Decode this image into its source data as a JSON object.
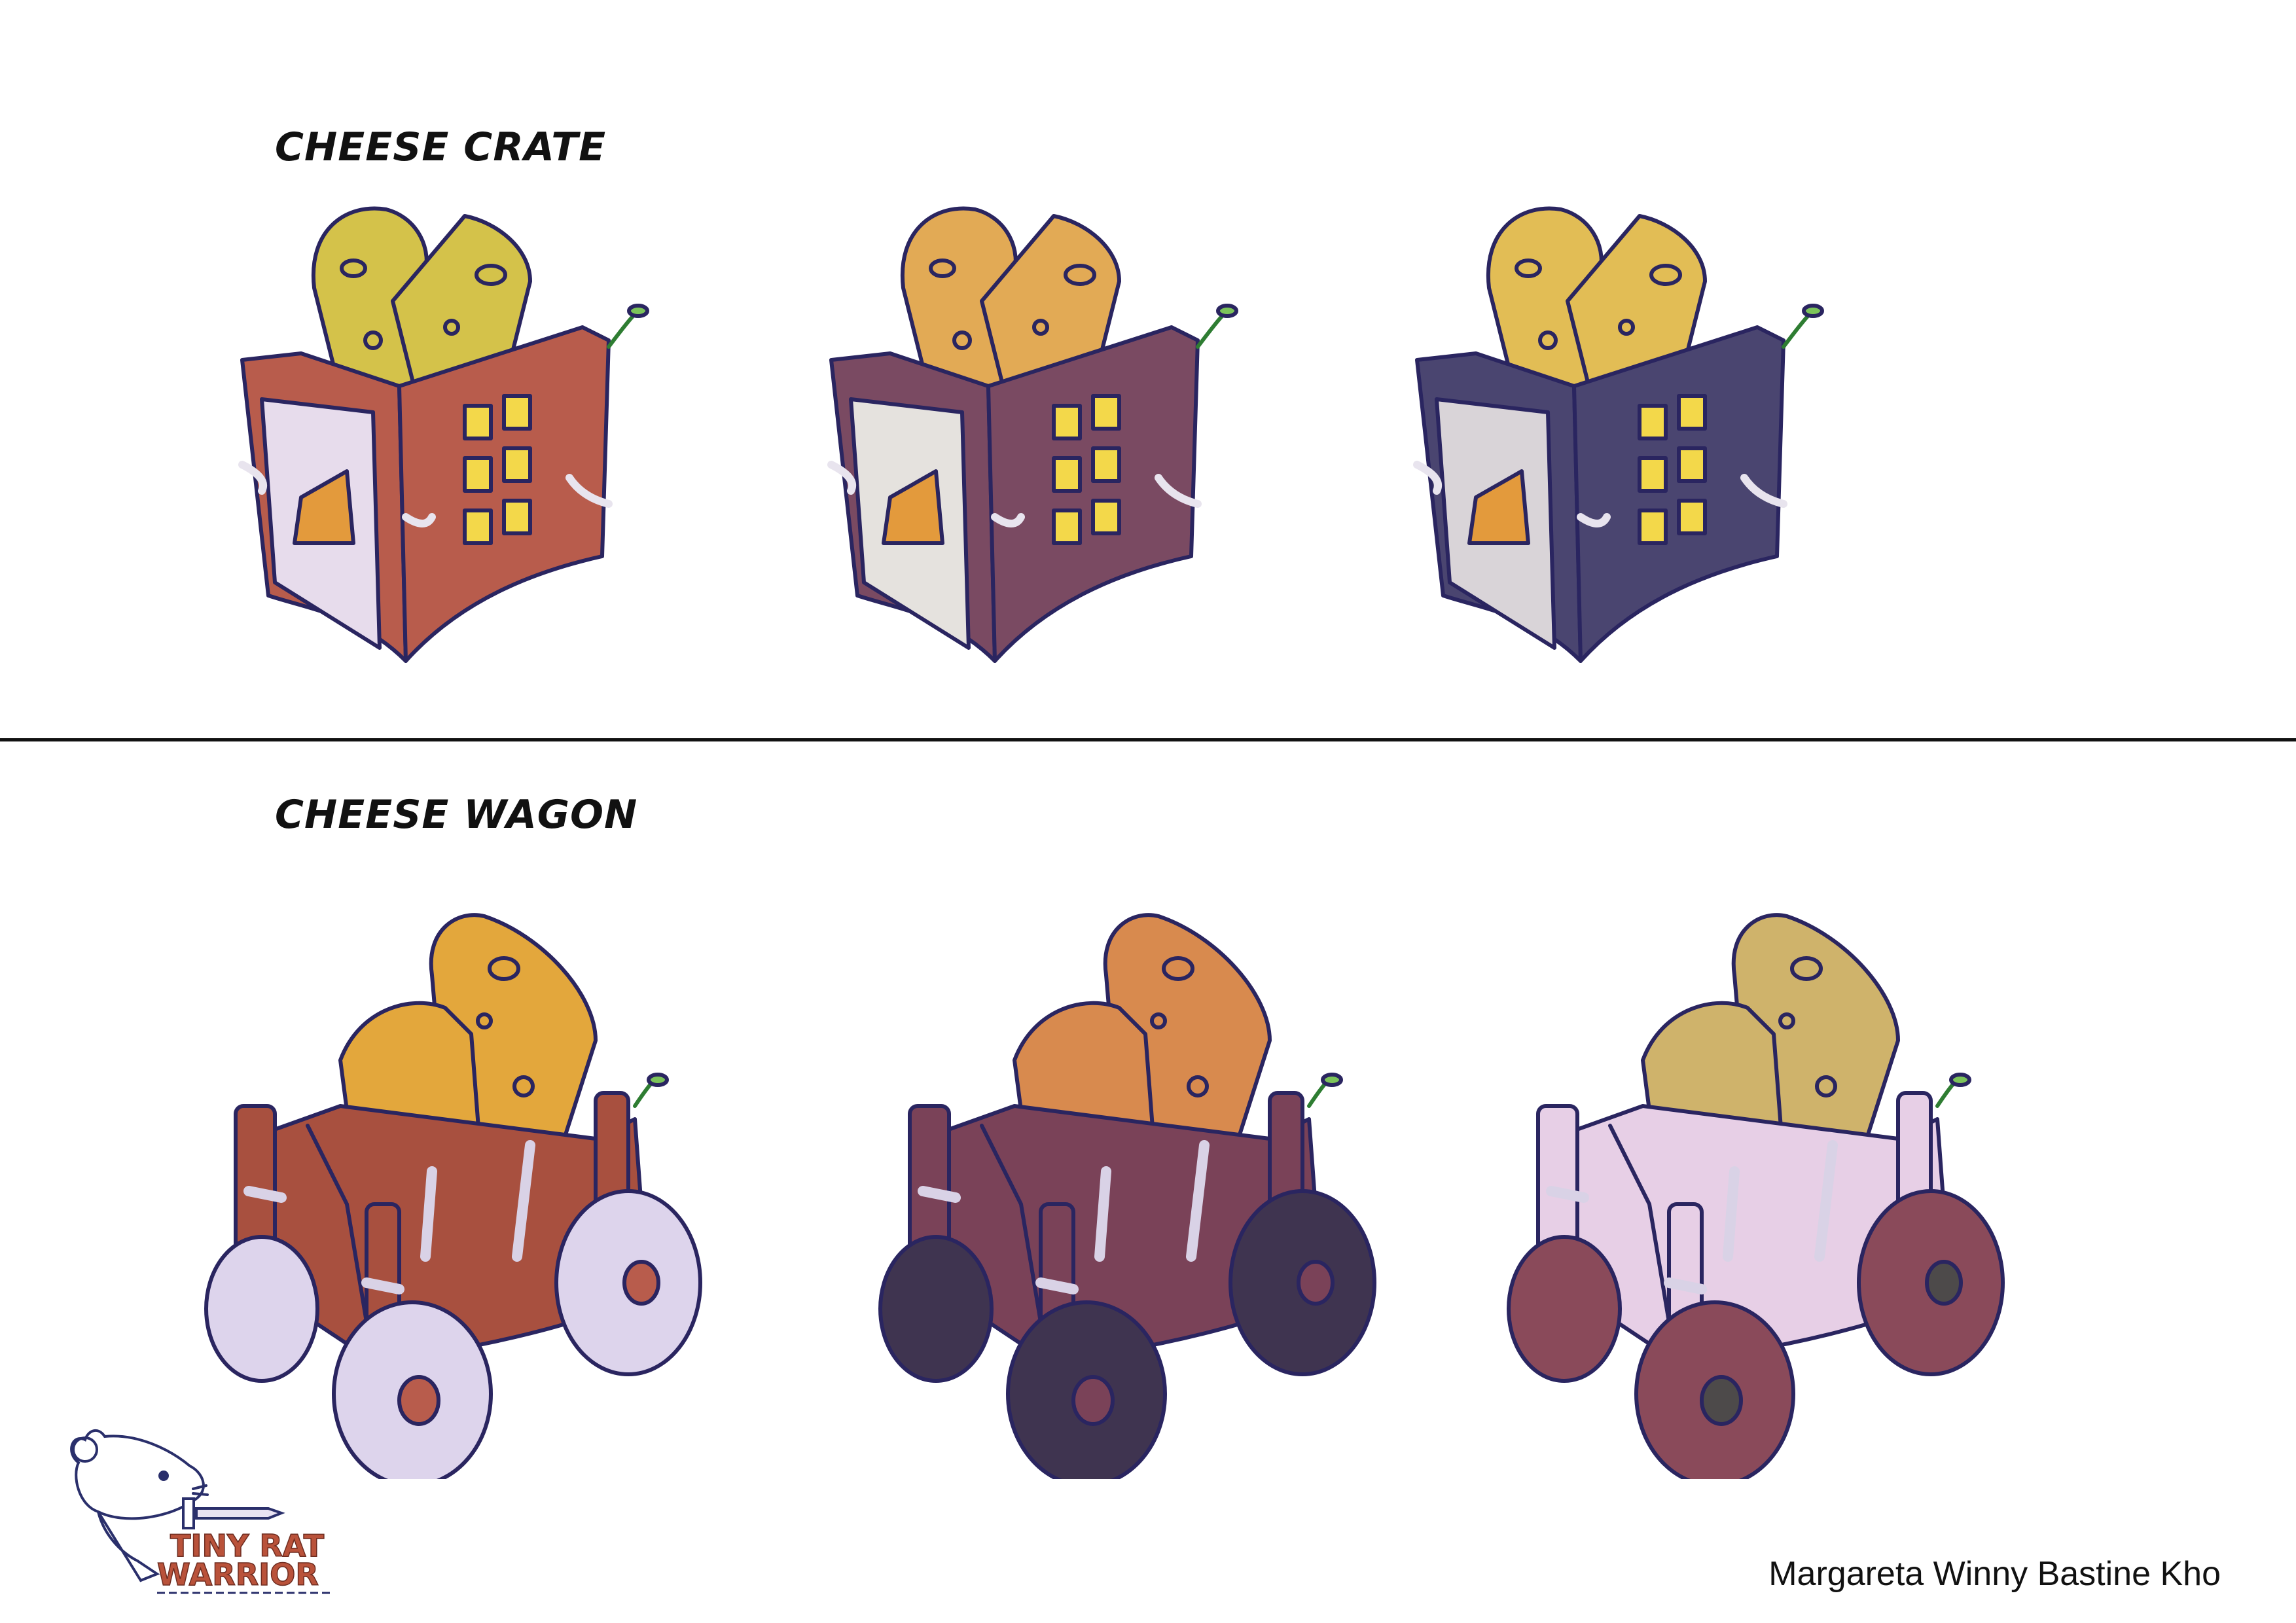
{
  "sections": {
    "crate_title": "CHEESE CRATE",
    "wagon_title": "CHEESE WAGON"
  },
  "crate_variants": [
    {
      "wood": "#b85c4c",
      "cheese": "#d4c24a",
      "plaque": "#e7dcec"
    },
    {
      "wood": "#7a4a62",
      "cheese": "#e2aa55",
      "plaque": "#e5e2de"
    },
    {
      "wood": "#4a4570",
      "cheese": "#e2bd55",
      "plaque": "#d9d4d8"
    }
  ],
  "wagon_variants": [
    {
      "wood": "#a8503f",
      "cheese": "#e3a73c",
      "wheel": "#ddd4ec",
      "hub": "#b85c4c"
    },
    {
      "wood": "#7a4258",
      "cheese": "#d88a4e",
      "wheel": "#3f3450",
      "hub": "#7a4258"
    },
    {
      "wood": "#e7cfe6",
      "cheese": "#cfb36b",
      "wheel": "#8a4a5a",
      "hub": "#4d4a4a"
    }
  ],
  "logo": {
    "line1": "TINY RAT",
    "line2": "WARRIOR"
  },
  "credit": "Margareta Winny Bastine Kho"
}
